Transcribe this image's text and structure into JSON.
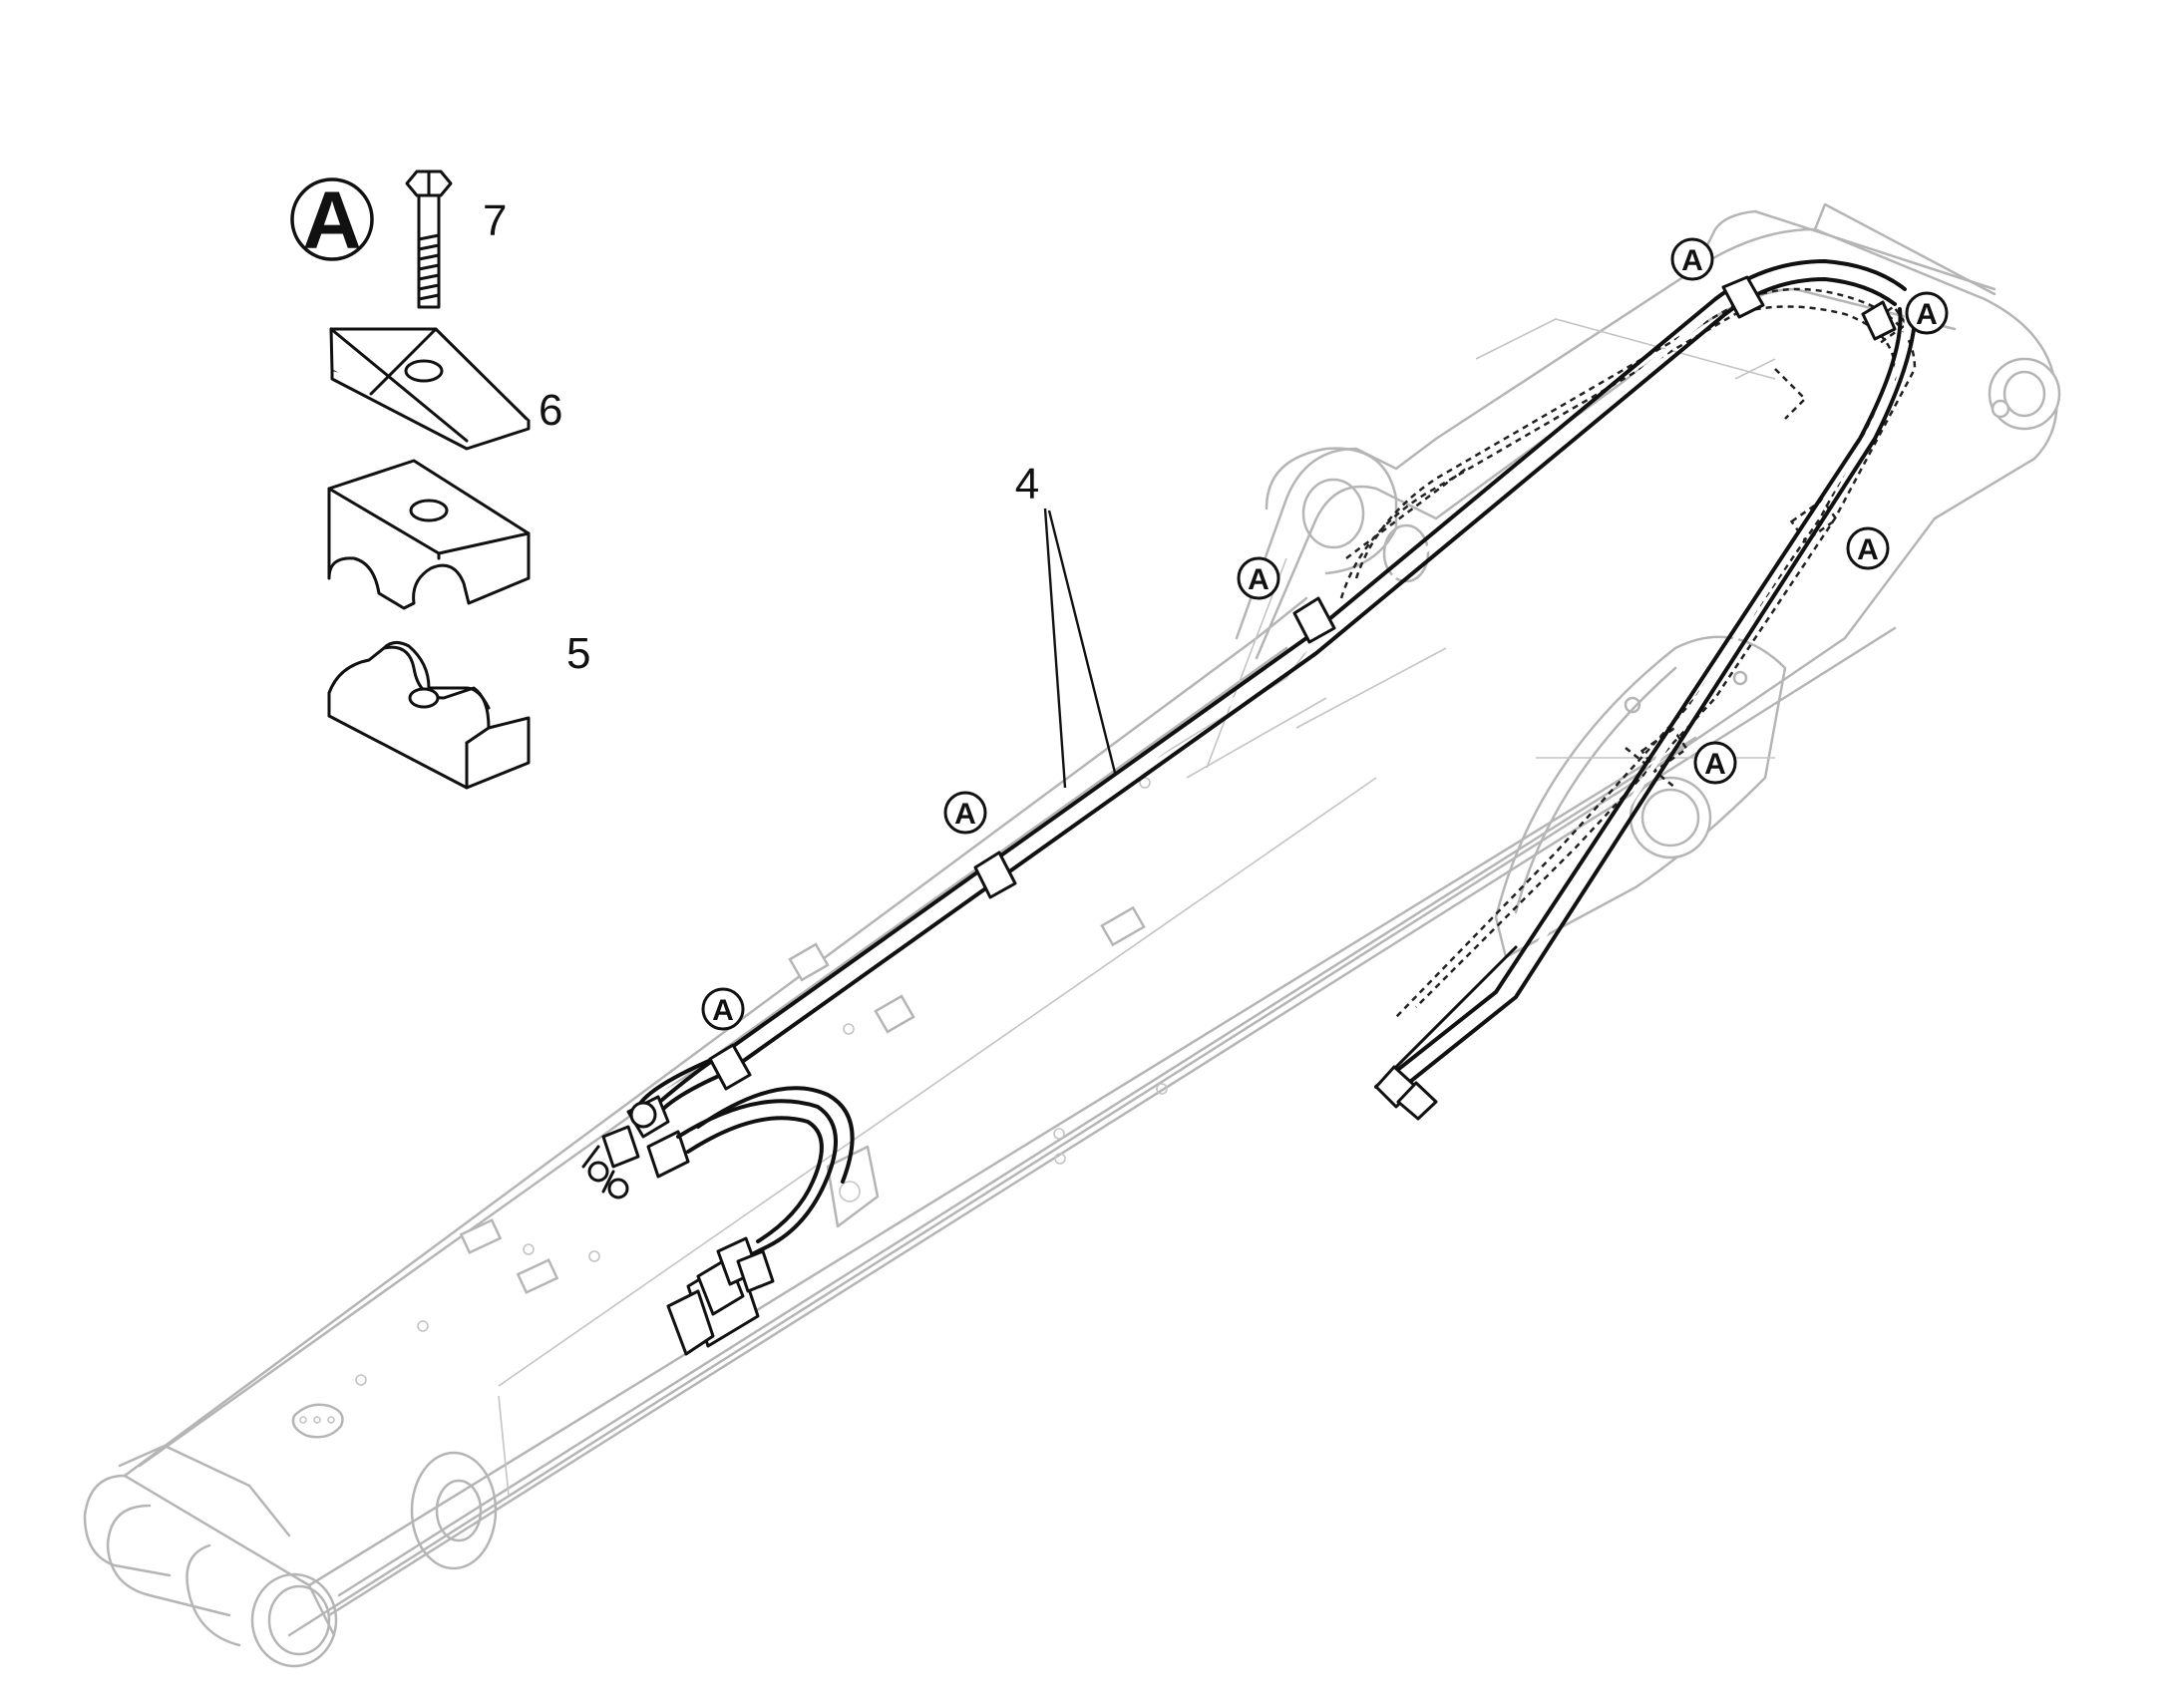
{
  "detail_marker": "A",
  "part_numbers": {
    "hose_pair": "4",
    "clamp_halves": "5",
    "cover_plate": "6",
    "bolt": "7"
  },
  "clamp_location_marker": "A",
  "clamp_location_count": 7,
  "colors": {
    "line": "#111111",
    "ghost_outline": "#b5b5b5",
    "background": "#ffffff"
  }
}
